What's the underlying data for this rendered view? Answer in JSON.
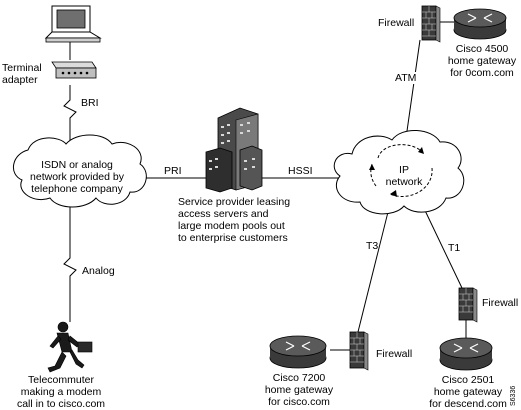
{
  "labels": {
    "terminal_adapter": [
      "Terminal",
      "adapter"
    ],
    "bri": "BRI",
    "isdn_cloud": [
      "ISDN or analog",
      "network provided by",
      "telephone company"
    ],
    "pri": "PRI",
    "hssi": "HSSI",
    "service_provider": [
      "Service provider leasing",
      "access servers and",
      "large modem pools out",
      "to enterprise customers"
    ],
    "ip_network": [
      "IP",
      "network"
    ],
    "firewall_top": "Firewall",
    "atm": "ATM",
    "cisco4500": [
      "Cisco 4500",
      "home gateway",
      "for 0com.com"
    ],
    "analog": "Analog",
    "telecommuter": [
      "Telecommuter",
      "making a modem",
      "call in to cisco.com"
    ],
    "t3": "T3",
    "t1": "T1",
    "firewall_right": "Firewall",
    "firewall_bottom": "Firewall",
    "cisco7200": [
      "Cisco 7200",
      "home gateway",
      "for cisco.com"
    ],
    "cisco2501": [
      "Cisco 2501",
      "home gateway",
      "for descend.com"
    ],
    "figure_code": "S6336"
  }
}
